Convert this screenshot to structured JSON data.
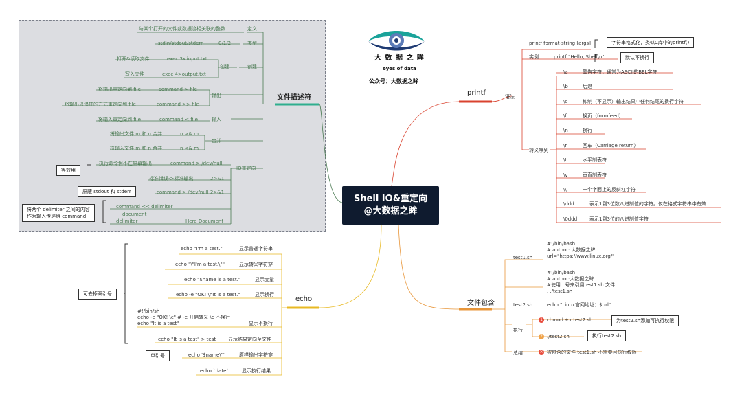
{
  "center": {
    "line1": "Shell IO&重定向",
    "line2": "@大数据之眸"
  },
  "logo": {
    "title": "大 数 据 之 眸",
    "subtitle": "eyes of data",
    "account": "公众号：大数据之眸"
  },
  "fd": {
    "title": "文件描述符",
    "def_label": "定义",
    "def_text": "与某个打开的文件或数据流相关联的整数",
    "type_label": "类型",
    "type_names": "stdin/stdout/stderr",
    "type_nums": "0/1/2",
    "create_label": "创建",
    "open_read": "打开&读取文件",
    "exec3": "exec 3<input.txt",
    "write_file": "写入文件",
    "exec4": "exec 4>output.txt",
    "output_label": "输出",
    "out1_desc": "将输出重定向到 file",
    "out1_cmd": "command > file",
    "out2_desc": "将输出以追加的方式重定向到 file",
    "out2_cmd": "command >> file",
    "input_label": "输入",
    "in_desc": "将输入重定向到 file",
    "in_cmd": "command < file",
    "merge_label": "合并",
    "merge1_desc": "将输出文件 m 和 n 合并",
    "merge1_cmd": "n >& m",
    "merge2_desc": "将输入文件 m 和 n 合并",
    "merge2_cmd": "n <& m",
    "io_label": "IO重定向",
    "nulldev_desc": "执行命令但不在屏幕输出",
    "nulldev_cmd": "command > /dev/null",
    "equiv": "等效用",
    "stderr_to_stdout": "标准错误->标准输出",
    "stderr_cmd": "2>&1",
    "mask_box": "屏蔽 stdout 和 stderr",
    "mask_cmd": "command > /dev/null 2>&1",
    "heredoc_box_line1": "将两个 delimiter 之间的内容",
    "heredoc_box_line2": "作为输入传递给 command",
    "heredoc_cmd1": "command << delimiter",
    "heredoc_cmd2": "document",
    "heredoc_cmd3": "delimiter",
    "heredoc_label": "Here Document"
  },
  "printf": {
    "title": "printf",
    "format": "printf format-string [args]",
    "format_box": "字符串格式化，类似C库中的printf()",
    "example_label": "实例",
    "example_cmd": "printf \"Hello, Shell\\n\"",
    "example_box": "默认不换行",
    "syntax_label": "语法",
    "escape_label": "转义序列",
    "escapes": [
      {
        "code": "\\a",
        "desc": "警告字符，通常为ASCII的BEL字符"
      },
      {
        "code": "\\b",
        "desc": "后退"
      },
      {
        "code": "\\c",
        "desc": "抑制（不显示）输出结果中任何结尾的换行字符"
      },
      {
        "code": "\\f",
        "desc": "换页（formfeed）"
      },
      {
        "code": "\\n",
        "desc": "换行"
      },
      {
        "code": "\\r",
        "desc": "回车（Carriage return）"
      },
      {
        "code": "\\t",
        "desc": "水平制表符"
      },
      {
        "code": "\\v",
        "desc": "垂直制表符"
      },
      {
        "code": "\\\\",
        "desc": "一个字面上的反斜杠字符"
      },
      {
        "code": "\\ddd",
        "desc": "表示1到3位数八进制值的字符。仅在格式字符串中有效"
      },
      {
        "code": "\\0ddd",
        "desc": "表示1到3位的八进制值字符"
      }
    ]
  },
  "echo": {
    "title": "echo",
    "no_quote_box": "可去掉双引号",
    "single_quote_box": "单引号",
    "rows": [
      {
        "cmd": "echo \"I'm a test.\"",
        "desc": "显示普通字符串"
      },
      {
        "cmd": "echo \"\\\"I'm a test.\\\"\"",
        "desc": "显示转义字符穿"
      },
      {
        "cmd": "echo \"$name is a test.\"",
        "desc": "显示变量"
      },
      {
        "cmd": "echo -e \"OK! \\nIt is a test.\"",
        "desc": "显示换行"
      },
      {
        "cmd": "echo \"It is a test\" > test",
        "desc": "显示结果定向至文件"
      },
      {
        "cmd": "echo '$name\\\"'",
        "desc": "原样输出字符穿"
      },
      {
        "cmd": "echo `date`",
        "desc": "显示执行结果"
      }
    ],
    "nolf_line1": "#!/bin/sh",
    "nolf_line2": "echo -e \"OK! \\c\" # -e 开启转义 \\c 不换行",
    "nolf_line3": "echo \"It is a test\"",
    "nolf_desc": "显示不换行"
  },
  "include": {
    "title": "文件包含",
    "test1_label": "test1.sh",
    "test1_l1": "#!/bin/bash",
    "test1_l2": "# author: 大数据之眸",
    "test1_l3": "url=\"https://www.linux.org/\"",
    "test2_l1": "#!/bin/bash",
    "test2_l2": "# author:大数据之眸",
    "test2_l3": "#使用 . 号来引用test1.sh 文件",
    "test2_l4": ". ./test1.sh",
    "test2_label": "test2.sh",
    "test2_cmd": "echo \"Linux官网地址：$url\"",
    "exec_label": "执行",
    "step1_num": "1",
    "step1": "chmod +x test2.sh",
    "step1_box": "为test2.sh添加可执行权限",
    "step2_num": "2",
    "step2": "./test2.sh",
    "step2_box": "执行test2.sh",
    "summary_label": "总结",
    "summary_icon": "✕",
    "summary": "被包含的文件 test1.sh 不需要可执行权限"
  },
  "colors": {
    "fd": "#2fae8e",
    "printf": "#d9432f",
    "echo": "#e8b923",
    "include": "#e8963a",
    "center": "#0f1b2f"
  }
}
